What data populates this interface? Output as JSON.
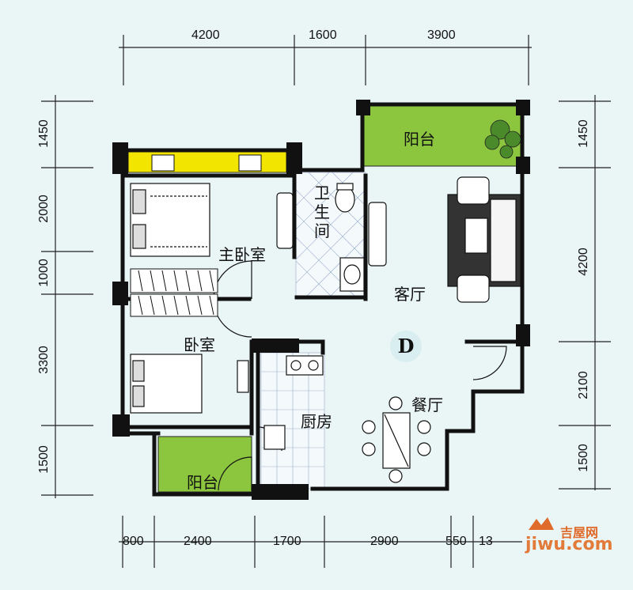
{
  "dimensions": {
    "top": [
      "4200",
      "1600",
      "3900"
    ],
    "bottom": [
      "800",
      "2400",
      "1700",
      "2900",
      "550",
      "13"
    ],
    "left": [
      "1450",
      "2000",
      "1000",
      "3300",
      "1500"
    ],
    "right": [
      "1450",
      "4200",
      "2100",
      "1500"
    ]
  },
  "rooms": {
    "balcony_north": "阳台",
    "bathroom": "卫生间",
    "master_bedroom": "主卧室",
    "living_room": "客厅",
    "bedroom": "卧室",
    "kitchen": "厨房",
    "dining_room": "餐厅",
    "balcony_south": "阳台"
  },
  "unit_badge": "D",
  "watermark": {
    "name_cn": "吉屋网",
    "site": "jiwu.com"
  },
  "colors": {
    "background": "#eaf5f6",
    "wall": "#111111",
    "balcony_fill": "#8cc63f",
    "window_fill": "#f2e600",
    "dimension_line": "#222222"
  }
}
